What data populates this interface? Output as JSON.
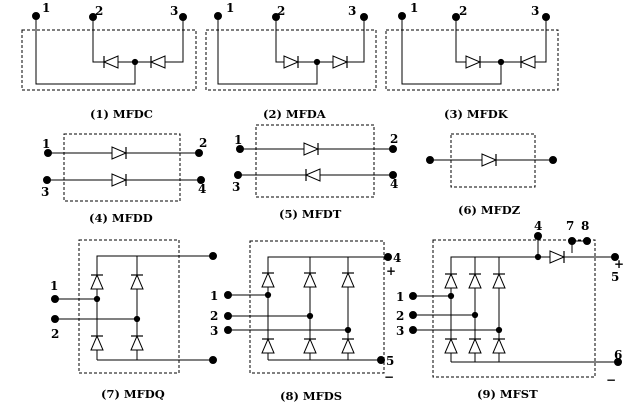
{
  "modules": [
    {
      "caption": "(1) MFDC",
      "pins": [
        "1",
        "2",
        "3"
      ]
    },
    {
      "caption": "(2) MFDA",
      "pins": [
        "1",
        "2",
        "3"
      ]
    },
    {
      "caption": "(3) MFDK",
      "pins": [
        "1",
        "2",
        "3"
      ]
    },
    {
      "caption": "(4) MFDD",
      "pins": [
        "1",
        "2",
        "3",
        "4"
      ]
    },
    {
      "caption": "(5) MFDT",
      "pins": [
        "1",
        "2",
        "3",
        "4"
      ]
    },
    {
      "caption": "(6) MFDZ",
      "pins": []
    },
    {
      "caption": "(7) MFDQ",
      "pins": [
        "1",
        "2"
      ]
    },
    {
      "caption": "(8) MFDS",
      "pins": [
        "1",
        "2",
        "3",
        "4",
        "5"
      ],
      "signs": [
        "+",
        "−"
      ]
    },
    {
      "caption": "(9) MFST",
      "pins": [
        "1",
        "2",
        "3",
        "4",
        "5",
        "6",
        "7",
        "8"
      ],
      "signs": [
        "+",
        "−"
      ]
    }
  ]
}
